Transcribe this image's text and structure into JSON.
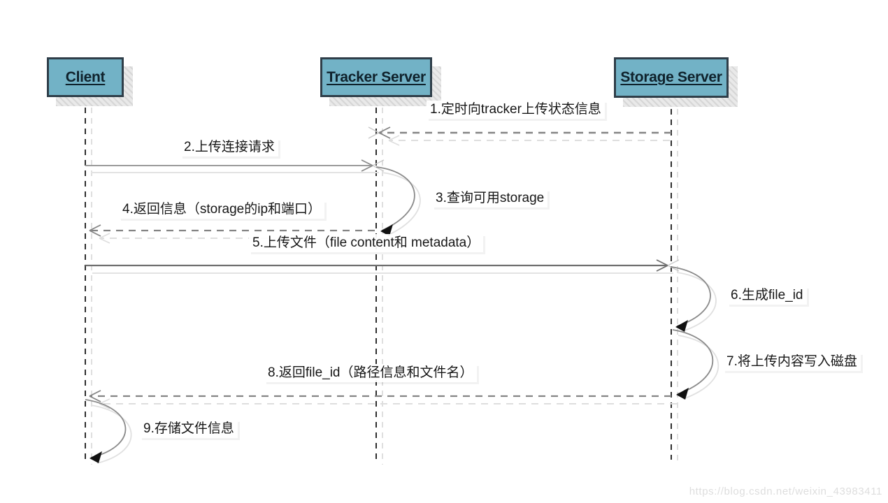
{
  "diagram": {
    "actors": [
      {
        "id": "client",
        "label": "Client"
      },
      {
        "id": "tracker",
        "label": "Tracker Server"
      },
      {
        "id": "storage",
        "label": "Storage Server"
      }
    ],
    "messages": [
      {
        "num": "1",
        "label": "1.定时向tracker上传状态信息",
        "from": "storage",
        "to": "tracker",
        "line": "dashed"
      },
      {
        "num": "2",
        "label": "2.上传连接请求",
        "from": "client",
        "to": "tracker",
        "line": "solid"
      },
      {
        "num": "3",
        "label": "3.查询可用storage",
        "from": "tracker",
        "to": "tracker",
        "line": "self-loop"
      },
      {
        "num": "4",
        "label": "4.返回信息（storage的ip和端口）",
        "from": "tracker",
        "to": "client",
        "line": "dashed"
      },
      {
        "num": "5",
        "label": "5.上传文件（file content和 metadata）",
        "from": "client",
        "to": "storage",
        "line": "solid"
      },
      {
        "num": "6",
        "label": "6.生成file_id",
        "from": "storage",
        "to": "storage",
        "line": "self-loop"
      },
      {
        "num": "7",
        "label": "7.将上传内容写入磁盘",
        "from": "storage",
        "to": "storage",
        "line": "self-loop"
      },
      {
        "num": "8",
        "label": "8.返回file_id（路径信息和文件名）",
        "from": "storage",
        "to": "client",
        "line": "dashed"
      },
      {
        "num": "9",
        "label": "9.存储文件信息",
        "from": "client",
        "to": "client",
        "line": "self-loop"
      }
    ],
    "watermark": "https://blog.csdn.net/weixin_43983411",
    "colors": {
      "actor_fill": "#72b2c6",
      "actor_border": "#2f3e49",
      "lifeline": "#2e2e2e",
      "message_line": "#8c8c8c",
      "loop_arrowhead": "#111111",
      "shadow": "#dddddd",
      "background": "#ffffff",
      "watermark": "#dedede"
    }
  }
}
